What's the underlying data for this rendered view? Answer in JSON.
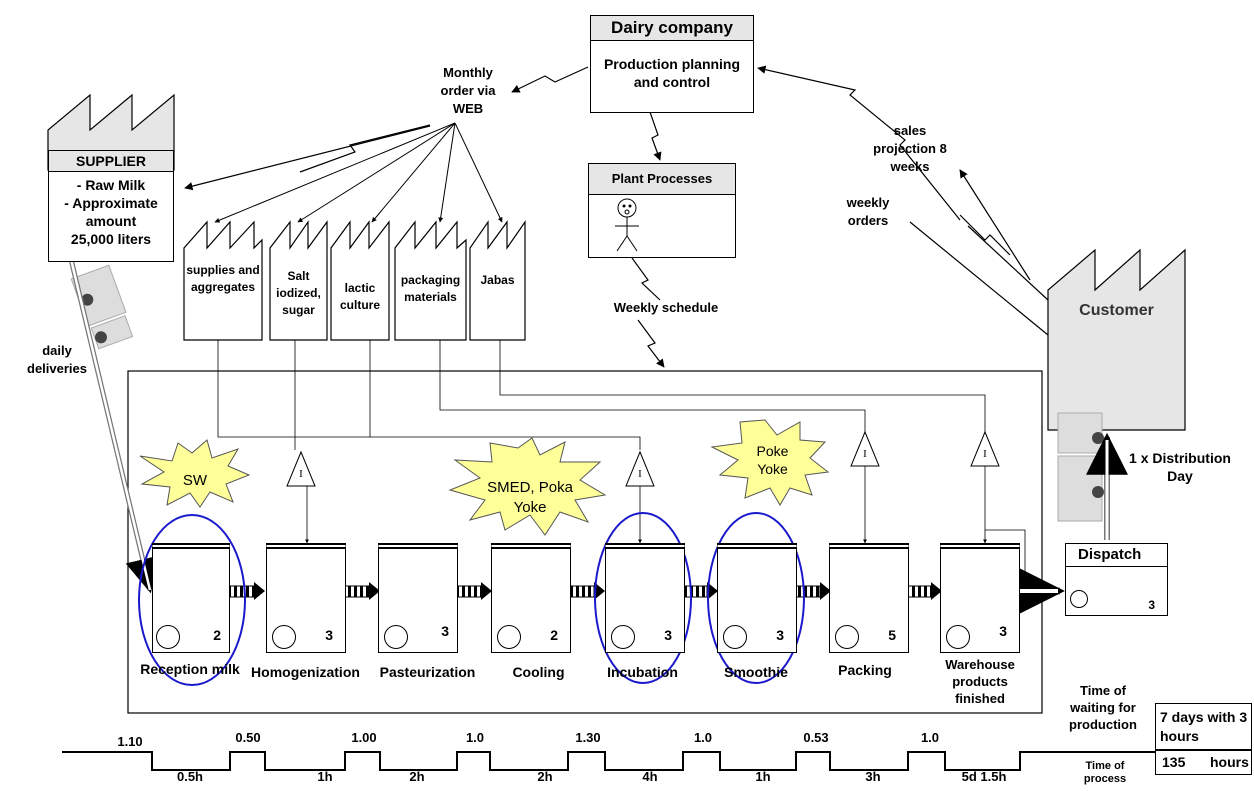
{
  "company": {
    "title": "Dairy company",
    "subtitle": "Production planning and control"
  },
  "plant": {
    "title": "Plant Processes"
  },
  "supplier": {
    "title": "SUPPLIER",
    "line1": "- Raw Milk",
    "line2": "- Approximate amount",
    "line3": "25,000 liters"
  },
  "customer": {
    "title": "Customer"
  },
  "flows": {
    "monthly_order": "Monthly order via WEB",
    "sales_projection": "sales projection 8 weeks",
    "weekly_orders": "weekly orders",
    "weekly_schedule": "Weekly schedule",
    "daily_deliveries": "daily deliveries",
    "distribution": "1 x Distribution Day"
  },
  "materials": [
    {
      "label": "supplies and aggregates"
    },
    {
      "label": "Salt iodized, sugar"
    },
    {
      "label": "lactic culture"
    },
    {
      "label": "packaging materials"
    },
    {
      "label": "Jabas"
    }
  ],
  "kaizen": [
    {
      "label": "SW"
    },
    {
      "label": "SMED, Poka Yoke"
    },
    {
      "label": "Poke Yoke"
    }
  ],
  "inventory_symbol": "I",
  "processes": [
    {
      "name": "Reception milk",
      "operators": "2"
    },
    {
      "name": "Homogenization",
      "operators": "3"
    },
    {
      "name": "Pasteurization",
      "operators": "3"
    },
    {
      "name": "Cooling",
      "operators": "2"
    },
    {
      "name": "Incubation",
      "operators": "3"
    },
    {
      "name": "Smoothie",
      "operators": "3"
    },
    {
      "name": "Packing",
      "operators": "5"
    },
    {
      "name": "Warehouse products finished",
      "operators": "3"
    }
  ],
  "dispatch": {
    "title": "Dispatch",
    "operators": "3"
  },
  "timeline": {
    "waits": [
      "1.10",
      "0.50",
      "1.00",
      "1.0",
      "1.30",
      "1.0",
      "0.53",
      "1.0"
    ],
    "process_times": [
      "0.5h",
      "1h",
      "2h",
      "2h",
      "4h",
      "1h",
      "3h",
      "5d 1.5h"
    ],
    "waiting_label": "Time of waiting for production",
    "waiting_value": "7 days with 3 hours",
    "process_label": "Time of process",
    "process_value_num": "135",
    "process_value_unit": "hours"
  }
}
